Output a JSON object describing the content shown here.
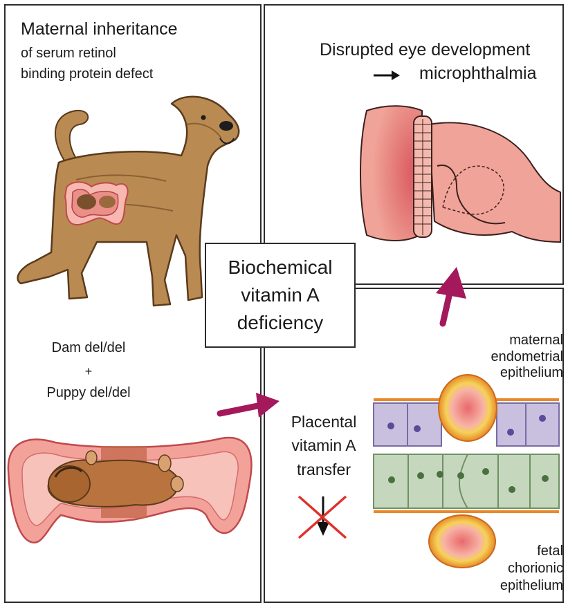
{
  "left_panel": {
    "title": "Maternal inheritance",
    "subtitle_line1": "of serum retinol",
    "subtitle_line2": "binding protein defect",
    "genotype_dam": "Dam del/del",
    "genotype_plus": "+",
    "genotype_puppy": "Puppy del/del"
  },
  "top_right_panel": {
    "title": "Disrupted eye development",
    "result": "microphthalmia"
  },
  "center_box": {
    "line1": "Biochemical",
    "line2": "vitamin A",
    "line3": "deficiency"
  },
  "bottom_right_panel": {
    "maternal_line1": "maternal",
    "maternal_line2": "endometrial",
    "maternal_line3": "epithelium",
    "transfer_line1": "Placental",
    "transfer_line2": "vitamin A",
    "transfer_line3": "transfer",
    "fetal_line1": "fetal",
    "fetal_line2": "chorionic",
    "fetal_line3": "epithelium"
  },
  "colors": {
    "arrow": "#a3195b",
    "fur": "#b98a52",
    "tissue": "#f0938a",
    "purple_cells": "#c9c0e0",
    "green_cells": "#c5d8bd",
    "orange_layer": "#e8892b",
    "cross": "#e0302a"
  }
}
